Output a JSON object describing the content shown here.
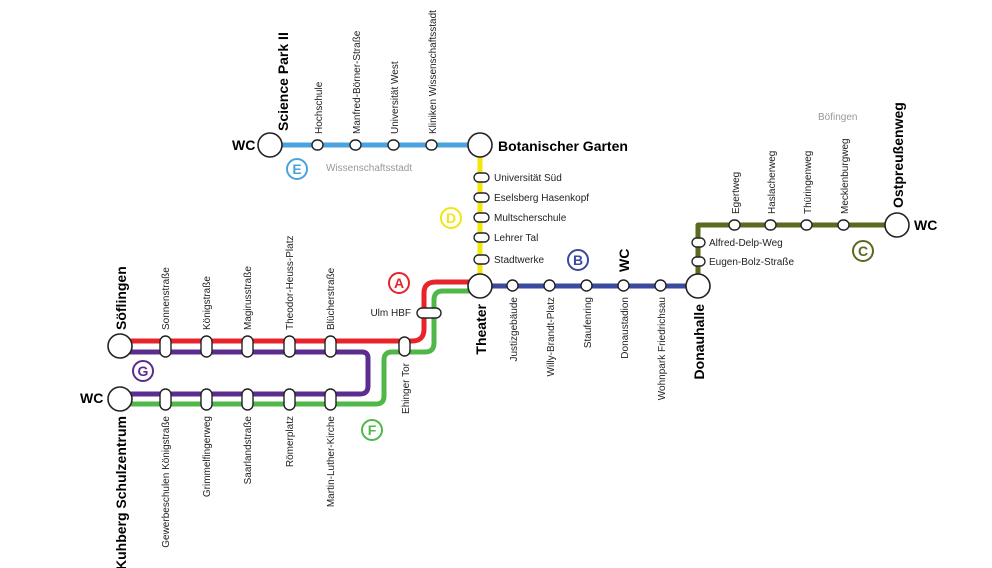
{
  "colors": {
    "red": "#e8232a",
    "blue": "#3a4a9e",
    "lightblue": "#4aa3df",
    "yellow": "#f2e60d",
    "purple": "#5b2d8e",
    "green": "#4fb848",
    "olive": "#5a6a1e"
  },
  "lines": {
    "A": "A",
    "B": "B",
    "C": "C",
    "D": "D",
    "E": "E",
    "F": "F",
    "G": "G"
  },
  "wc": {
    "west_top": "WC",
    "west_bottom": "WC",
    "east": "WC",
    "blue_line": "WC"
  },
  "terminals": {
    "science_park": "Science Park II",
    "botanischer_garten": "Botanischer Garten",
    "soeflingen": "Söflingen",
    "kuhberg": "Kuhberg Schulzentrum",
    "theater": "Theater",
    "donauhalle": "Donauhalle",
    "ostpreussenweg": "Ostpreußenweg"
  },
  "areas": {
    "wissenschaftsstadt": "Wissenschaftsstadt",
    "boefingen": "Böfingen"
  },
  "stops": {
    "e_line": [
      "Hochschule",
      "Manfred-Börner-Straße",
      "Universität West",
      "Kliniken Wissenschaftsstadt"
    ],
    "d_line": [
      "Universität Süd",
      "Eselsberg Hasenkopf",
      "Multscherschule",
      "Lehrer Tal",
      "Stadtwerke"
    ],
    "ulm_hbf": "Ulm HBF",
    "ehinger_tor": "Ehinger Tor",
    "soeflingen_branch": [
      "Sonnenstraße",
      "Königstraße",
      "Magirusstraße",
      "Theodor-Heuss-Platz",
      "Blücherstraße"
    ],
    "kuhberg_branch": [
      "Gewerbeschulen Königstraße",
      "Grimmelfingerweg",
      "Saarlandstraße",
      "Römerplatz",
      "Martin-Luther-Kirche"
    ],
    "b_line": [
      "Justizgebäude",
      "Willy-Brandt-Platz",
      "Staufenring",
      "Donaustadion",
      "Wohnpark Friedrichsau"
    ],
    "c_vertical": [
      "Alfred-Delp-Weg",
      "Eugen-Bolz-Straße"
    ],
    "c_line": [
      "Egertweg",
      "Haslacherweg",
      "Thüringenweg",
      "Mecklenburgweg"
    ]
  }
}
